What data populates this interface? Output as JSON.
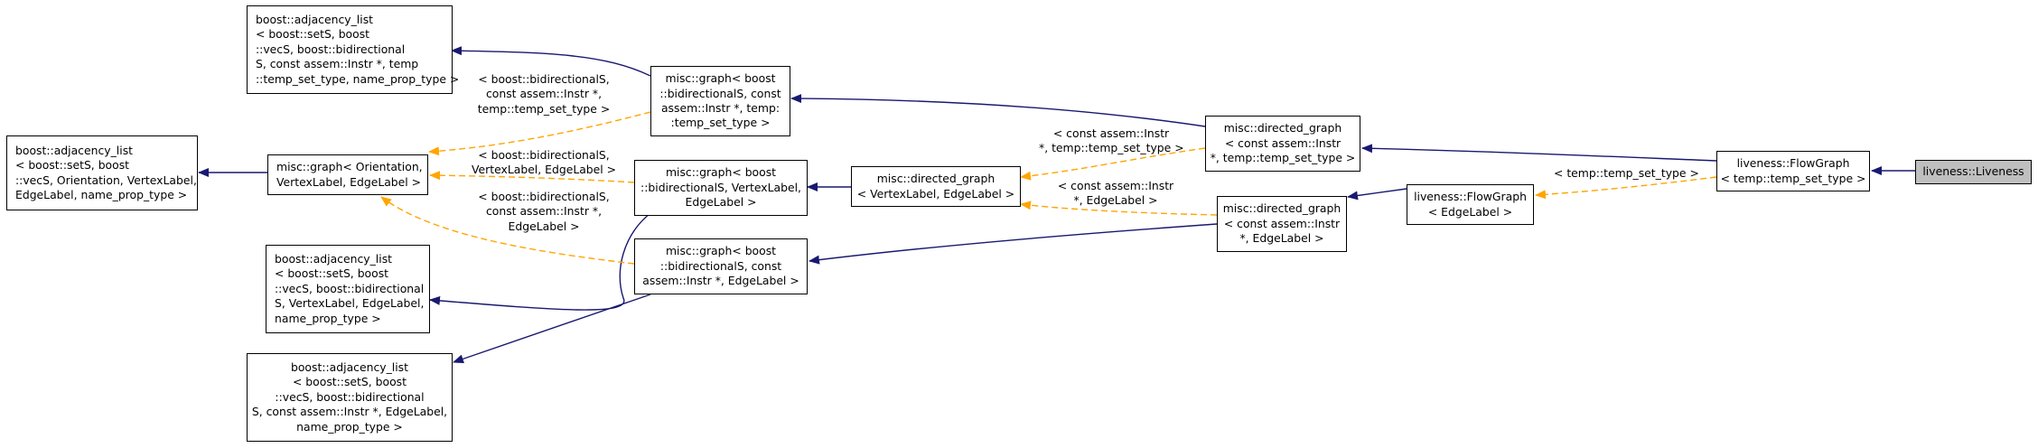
{
  "diagram": {
    "nodes": {
      "adj_bidir_instr": "boost::adjacency_list\n< boost::setS, boost\n::vecS, boost::bidirectional\nS, const assem::Instr *, temp\n::temp_set_type, name_prop_type >",
      "adj_orientation": "boost::adjacency_list\n< boost::setS, boost\n::vecS, Orientation, VertexLabel,\nEdgeLabel, name_prop_type >",
      "graph_orientation": "misc::graph< Orientation,\nVertexLabel, EdgeLabel >",
      "adj_bidir_vertex": "boost::adjacency_list\n< boost::setS, boost\n::vecS, boost::bidirectional\nS, VertexLabel, EdgeLabel,\nname_prop_type >",
      "adj_bidir_instr_edge": "boost::adjacency_list\n< boost::setS, boost\n::vecS, boost::bidirectional\nS, const assem::Instr *, EdgeLabel,\nname_prop_type >",
      "graph_bidir_instr_temp": "misc::graph< boost\n::bidirectionalS, const\nassem::Instr *, temp:\n:temp_set_type >",
      "graph_bidir_vertex": "misc::graph< boost\n::bidirectionalS, VertexLabel,\nEdgeLabel >",
      "graph_bidir_instr_edge": "misc::graph< boost\n::bidirectionalS, const\nassem::Instr *, EdgeLabel >",
      "dg_vertex": "misc::directed_graph\n< VertexLabel, EdgeLabel >",
      "dg_instr_temp": "misc::directed_graph\n< const assem::Instr\n*, temp::temp_set_type >",
      "dg_instr_edge": "misc::directed_graph\n< const assem::Instr\n*, EdgeLabel >",
      "fg_edge": "liveness::FlowGraph\n< EdgeLabel >",
      "fg_temp": "liveness::FlowGraph\n< temp::temp_set_type >",
      "liveness": "liveness::Liveness"
    },
    "edge_labels": {
      "graph_orientation_from_instr_temp": "< boost::bidirectionalS,\nconst assem::Instr *,\ntemp::temp_set_type >",
      "graph_orientation_from_vertex": "< boost::bidirectionalS,\nVertexLabel, EdgeLabel >",
      "graph_orientation_from_instr_edge": "< boost::bidirectionalS,\nconst assem::Instr *,\nEdgeLabel >",
      "dg_vertex_from_instr_temp": "< const assem::Instr\n*, temp::temp_set_type >",
      "dg_vertex_from_instr_edge": "< const assem::Instr\n*, EdgeLabel >",
      "fg_edge_from_temp": "< temp::temp_set_type >"
    },
    "colors": {
      "inherit_edge": "#191970",
      "template_edge": "#ffa500",
      "node_border": "#000000",
      "focus_fill": "#bfbfbf"
    }
  }
}
